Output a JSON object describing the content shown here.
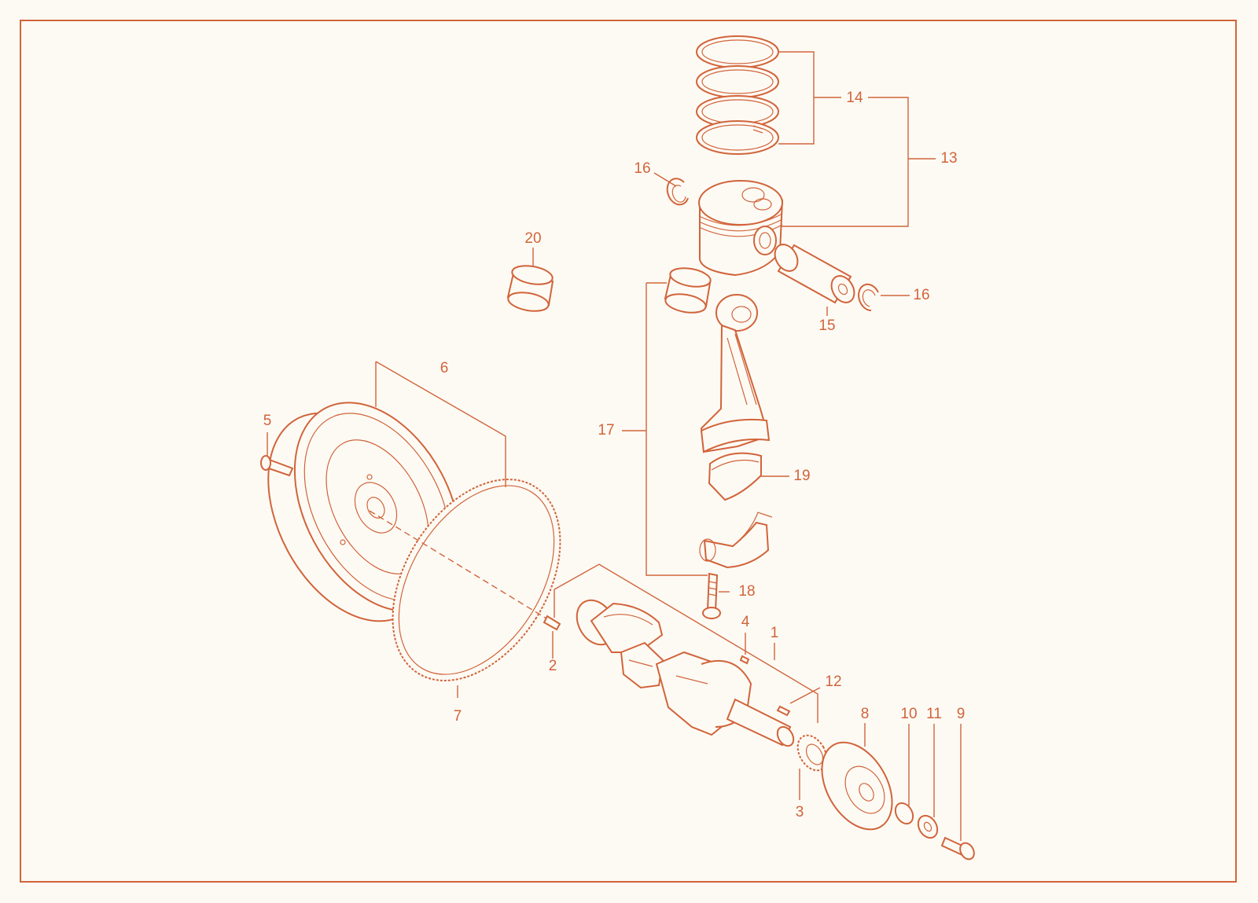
{
  "callouts": [
    {
      "id": "1",
      "label": "1"
    },
    {
      "id": "2",
      "label": "2"
    },
    {
      "id": "3",
      "label": "3"
    },
    {
      "id": "4",
      "label": "4"
    },
    {
      "id": "5",
      "label": "5"
    },
    {
      "id": "6",
      "label": "6"
    },
    {
      "id": "7",
      "label": "7"
    },
    {
      "id": "8",
      "label": "8"
    },
    {
      "id": "9",
      "label": "9"
    },
    {
      "id": "10",
      "label": "10"
    },
    {
      "id": "11",
      "label": "11"
    },
    {
      "id": "12",
      "label": "12"
    },
    {
      "id": "13",
      "label": "13"
    },
    {
      "id": "14",
      "label": "14"
    },
    {
      "id": "15",
      "label": "15"
    },
    {
      "id": "16a",
      "label": "16"
    },
    {
      "id": "16b",
      "label": "16"
    },
    {
      "id": "17",
      "label": "17"
    },
    {
      "id": "18",
      "label": "18"
    },
    {
      "id": "19",
      "label": "19"
    },
    {
      "id": "20",
      "label": "20"
    }
  ],
  "colors": {
    "line": "#d1643a",
    "background": "#fdfaf4"
  }
}
